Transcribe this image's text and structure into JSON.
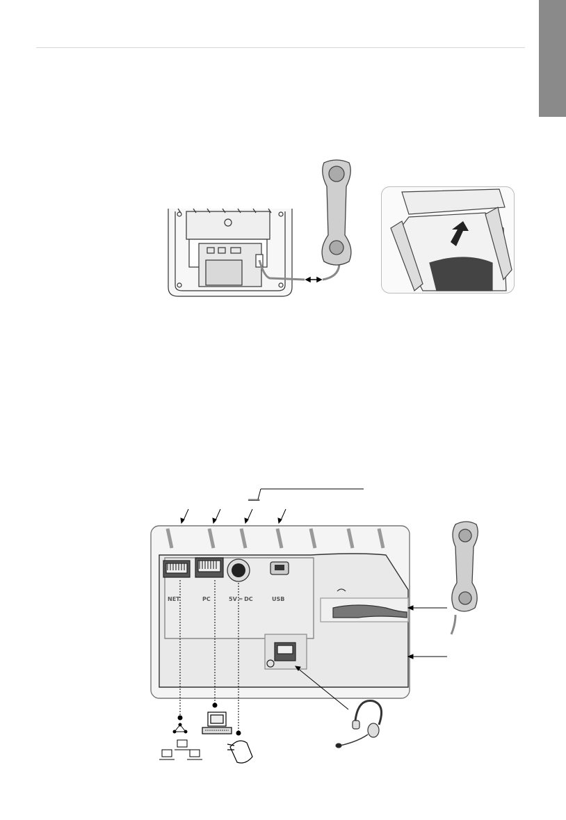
{
  "page": {
    "accent_tab_color": "#8a8a8a",
    "rule_color": "#d6d6d6"
  },
  "figure_rear_connection": {
    "icons": [
      "phone-base-rear",
      "handset-icon",
      "cord-arrow-icon"
    ]
  },
  "figure_stand_attach": {
    "icons": [
      "stand-insert-arrow-icon"
    ]
  },
  "figure_ports": {
    "port_labels": {
      "net": "NET",
      "pc": "PC",
      "power": "5V ═ DC",
      "usb": "USB"
    },
    "dc_symbol": "═══",
    "icons": [
      "network-icon",
      "pc-icon",
      "power-adapter-icon",
      "headset-icon",
      "handset-icon"
    ]
  }
}
